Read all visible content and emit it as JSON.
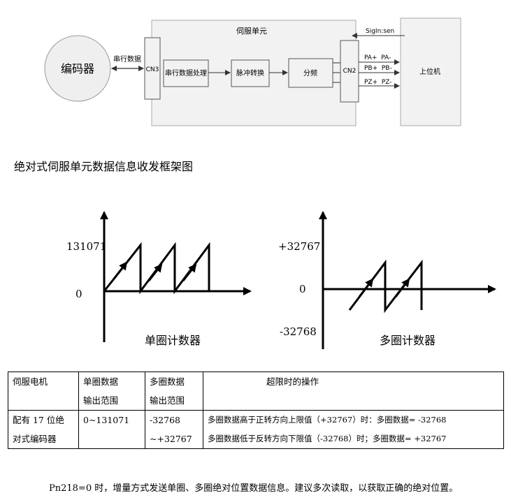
{
  "block_diagram": {
    "encoder": "编码器",
    "serial_label": "串行数据",
    "servo_unit": "伺服单元",
    "cn3": "CN3",
    "serial_processing": "串行数据处理",
    "pulse_convert": "脉冲转换",
    "divider": "分频",
    "cn2": "CN2",
    "signal_sen": "SigIn:sen",
    "pa": "PA+  PA-",
    "pb": "PB+  PB-",
    "pz": "PZ+  PZ-",
    "host": "上位机"
  },
  "caption": "绝对式伺服单元数据信息收发框架图",
  "chart_single": {
    "max_label": "131071",
    "zero_label": "0",
    "title": "单圈计数器"
  },
  "chart_multi": {
    "max_label": "+32767",
    "zero_label": "0",
    "min_label": "-32768",
    "title": "多圈计数器"
  },
  "table": {
    "headers": [
      "伺服电机",
      "单圈数据",
      "输出范围",
      "多圈数据",
      "输出范围",
      "超限时的操作"
    ],
    "motor": [
      "配有 17 位绝",
      "对式编码器"
    ],
    "single_range": "0~131071",
    "multi_range": [
      "-32768",
      "~+32767"
    ],
    "ops": [
      "多圈数据高于正转方向上限值（+32767）时：多圈数据= -32768",
      "多圈数据低于反转方向下限值（-32768）时；多圈数据= +32767"
    ]
  },
  "note": "Pn218=0 时，增量方式发送单圈、多圈绝对位置数据信息。建议多次读取，以获取正确的绝对位置。"
}
